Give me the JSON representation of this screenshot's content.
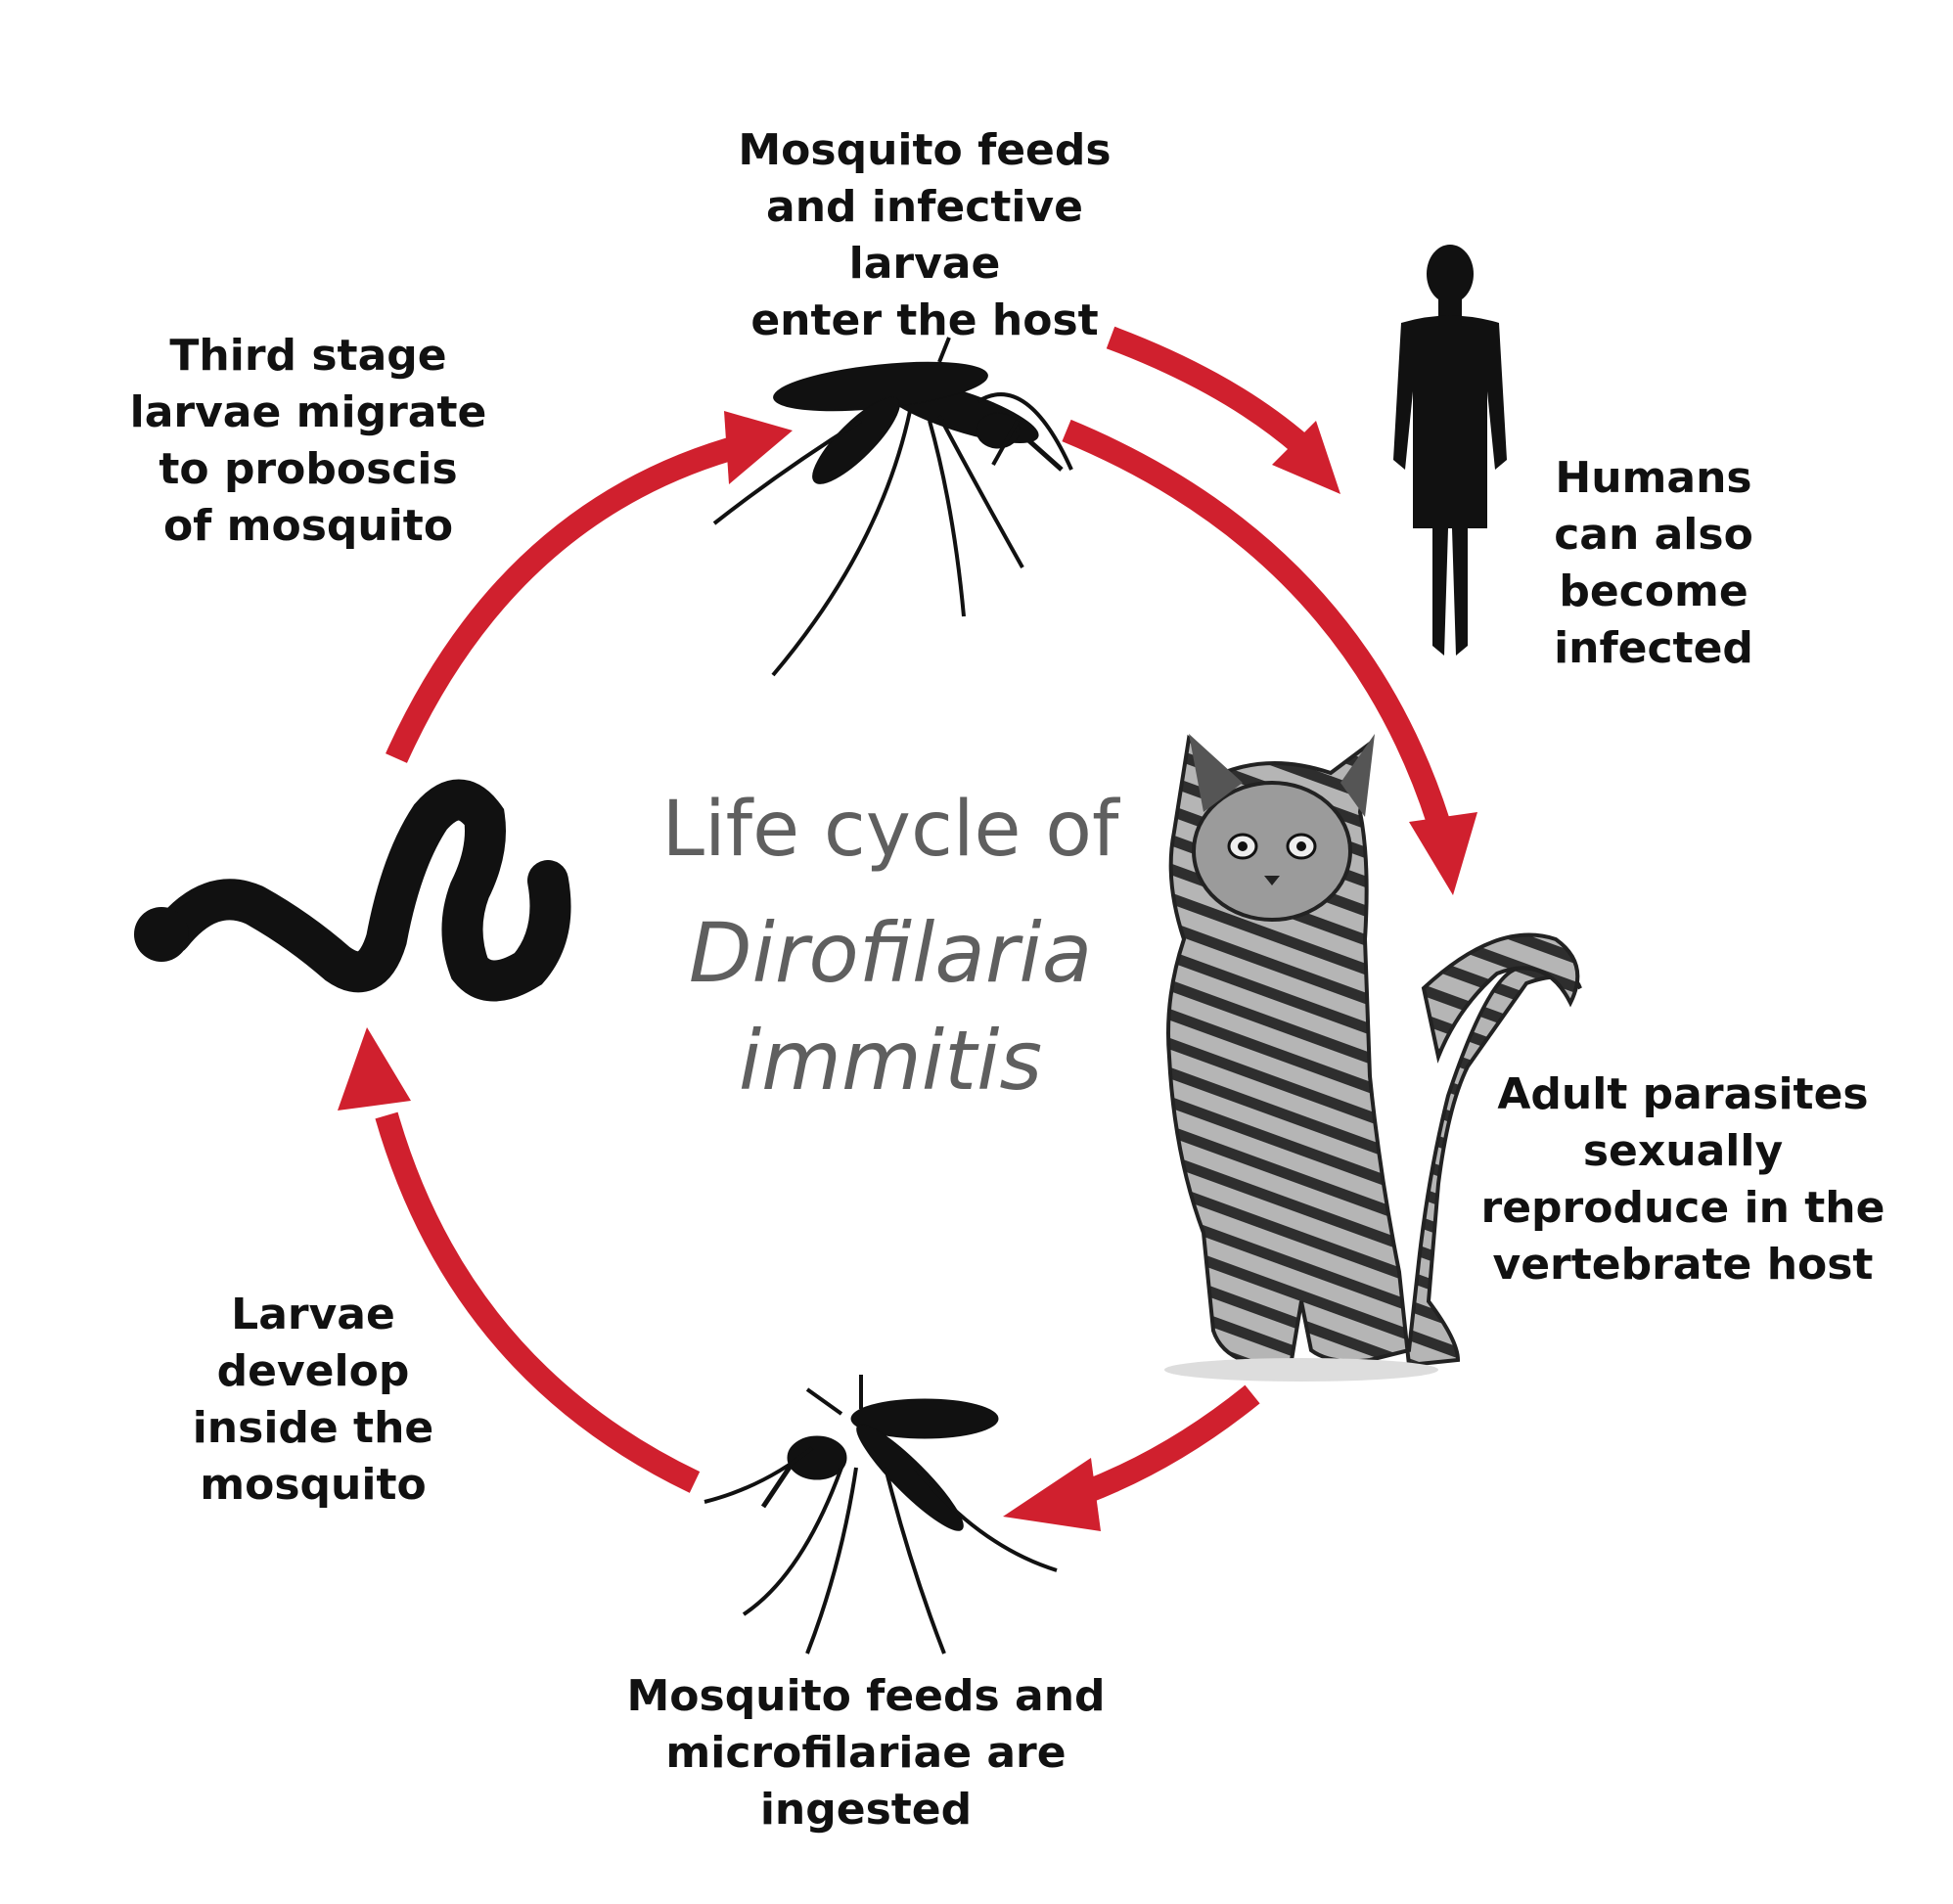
{
  "title": {
    "line1": "Life cycle of",
    "line2": "Dirofilaria",
    "line3": "immitis"
  },
  "steps": {
    "top": "Mosquito feeds\nand infective larvae\nenter the host",
    "humans": "Humans\ncan also\nbecome\ninfected",
    "right": "Adult parasites\nsexually\nreproduce in the\nvertebrate host",
    "bottom": "Mosquito feeds and\nmicrofilariae are ingested",
    "left_lower": "Larvae\ndevelop\ninside the\nmosquito",
    "left_upper": "Third stage\nlarvae migrate\nto proboscis\nof mosquito"
  },
  "colors": {
    "arrow": "#d0202e",
    "silhouette": "#111111",
    "title": "#5f5f5f",
    "text": "#111111"
  },
  "icons": {
    "top_mosquito": "mosquito-icon",
    "bottom_mosquito": "mosquito-icon",
    "human": "human-silhouette-icon",
    "cat": "cat-illustration",
    "worm": "worm-larva-icon"
  }
}
